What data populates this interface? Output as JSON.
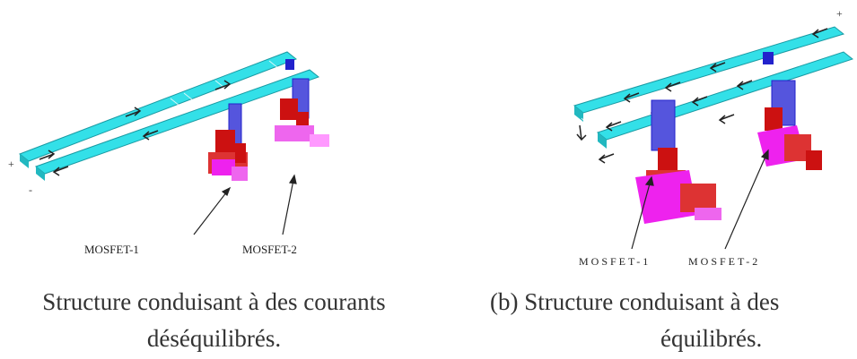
{
  "figures": [
    {
      "id": "a",
      "caption_line1": "Structure conduisant à des courants",
      "caption_line2": "déséquilibrés.",
      "mosfet1_label": "MOSFET-1",
      "mosfet2_label": "MOSFET-2",
      "plus_sign": "+",
      "minus_sign": "-"
    },
    {
      "id": "b",
      "caption_line1": "(b) Structure conduisant à des",
      "caption_line2": "équilibrés.",
      "mosfet1_label": "MOSFET-1",
      "mosfet2_label": "MOSFET-2",
      "plus_sign": "+"
    }
  ],
  "colors": {
    "busbar": "#33e0e8",
    "busbar_edge": "#1a9aa3",
    "mosfet_pad": "#ee22ee",
    "component_red": "#cc1111",
    "connector_blue": "#2222cc",
    "arrow": "#222222"
  }
}
